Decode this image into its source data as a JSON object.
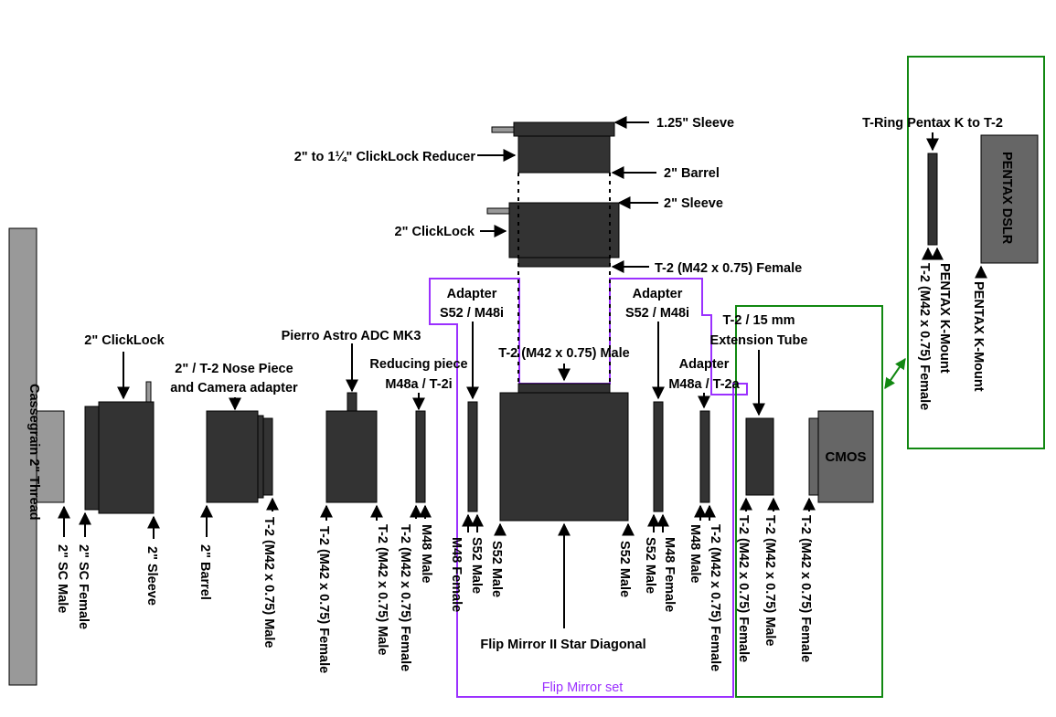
{
  "labels": {
    "sleeve_125": "1.25\" Sleeve",
    "reducer": "2\" to 1¼\" ClickLock Reducer",
    "barrel_2_top": "2\" Barrel",
    "sleeve_2_top": "2\" Sleeve",
    "clicklock_top": "2\" ClickLock",
    "t2_female_top": "T-2 (M42 x 0.75) Female",
    "cassegrain": "Cassegrain 2\" Thread",
    "sc_male": "2\" SC Male",
    "clicklock_left": "2\" ClickLock",
    "sc_female": "2\" SC Female",
    "sleeve_2": "2\" Sleeve",
    "nosepiece_1": "2\" / T-2 Nose Piece",
    "nosepiece_2": "and Camera adapter",
    "barrel_2": "2\" Barrel",
    "t2_male_1": "T-2 (M42 x 0.75) Male",
    "adc": "Pierro Astro ADC MK3",
    "t2_female_2": "T-2 (M42 x 0.75) Female",
    "reducing_1": "Reducing piece",
    "reducing_2": "M48a / T-2i",
    "t2_male_3": "T-2 (M42 x 0.75) Male",
    "t2_female_4": "T-2 (M42 x 0.75) Female",
    "m48_male_1": "M48 Male",
    "adapter_l_1": "Adapter",
    "adapter_l_2": "S52 / M48i",
    "m48_female_1": "M48 Female",
    "s52_male_1": "S52 Male",
    "t2_male_top": "T-2 (M42 x 0.75) Male",
    "s52_male_2": "S52 Male",
    "s52_male_3": "S52 Male",
    "flip_mirror": "Flip Mirror II Star Diagonal",
    "adapter_r_1": "Adapter",
    "adapter_r_2": "S52 / M48i",
    "s52_male_4": "S52 Male",
    "m48_female_2": "M48 Female",
    "adapter_m_1": "Adapter",
    "adapter_m_2": "M48a / T-2a",
    "m48_male_2": "M48 Male",
    "t2_female_5": "T-2 (M42 x 0.75) Female",
    "flip_set": "Flip Mirror set",
    "ext_1": "T-2 / 15 mm",
    "ext_2": "Extension Tube",
    "t2_female_6": "T-2 (M42 x 0.75) Female",
    "t2_male_6": "T-2 (M42 x 0.75) Male",
    "t2_female_7": "T-2 (M42 x 0.75) Female",
    "cmos": "CMOS",
    "tring": "T-Ring Pentax K to T-2",
    "t2_female_8": "T-2 (M42 x 0.75) Female",
    "pentax_kmount_1": "PENTAX K-Mount",
    "pentax_kmount_2": "PENTAX K-Mount",
    "pentax_dslr": "PENTAX DSLR"
  },
  "colors": {
    "part_dark": "#333333",
    "part_grey": "#999999",
    "part_mid": "#666666",
    "flip_set_outline": "#9b30ff",
    "camera_outline": "#118811",
    "arrow": "#000000"
  }
}
